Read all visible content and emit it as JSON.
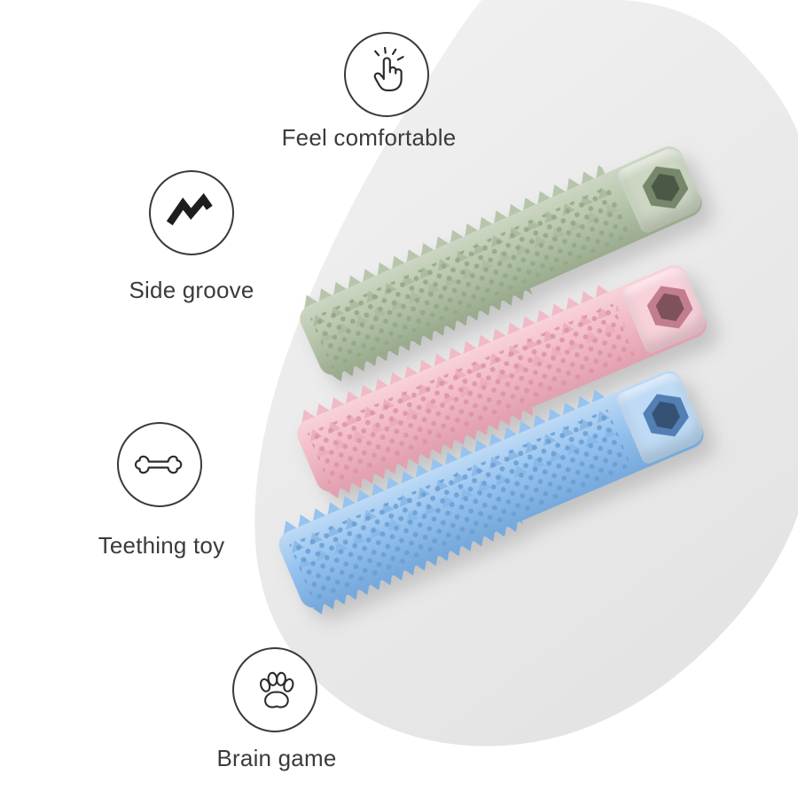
{
  "page": {
    "background": "#ffffff"
  },
  "blob": {
    "fill_top": "#f2f2f2",
    "fill_bottom": "#e4e4e4"
  },
  "features": [
    {
      "icon": "tap-gesture-icon",
      "label": "Feel comfortable"
    },
    {
      "icon": "side-groove-icon",
      "label": "Side groove"
    },
    {
      "icon": "bone-icon",
      "label": "Teething toy"
    },
    {
      "icon": "paw-icon",
      "label": "Brain game"
    }
  ],
  "toys": [
    {
      "name": "green chew toy",
      "light": "#ccd6c3",
      "base": "#b7c6ab",
      "dark": "#93a887",
      "shade": "#9aab8e",
      "hole": "#76876c"
    },
    {
      "name": "pink chew toy",
      "light": "#f8d2da",
      "base": "#f1bac6",
      "dark": "#de93a5",
      "shade": "#e2a0b0",
      "hole": "#c27d8f"
    },
    {
      "name": "blue chew toy",
      "light": "#bedaf5",
      "base": "#96c3ef",
      "dark": "#699fd6",
      "shade": "#77a9dc",
      "hole": "#527fb4"
    }
  ]
}
